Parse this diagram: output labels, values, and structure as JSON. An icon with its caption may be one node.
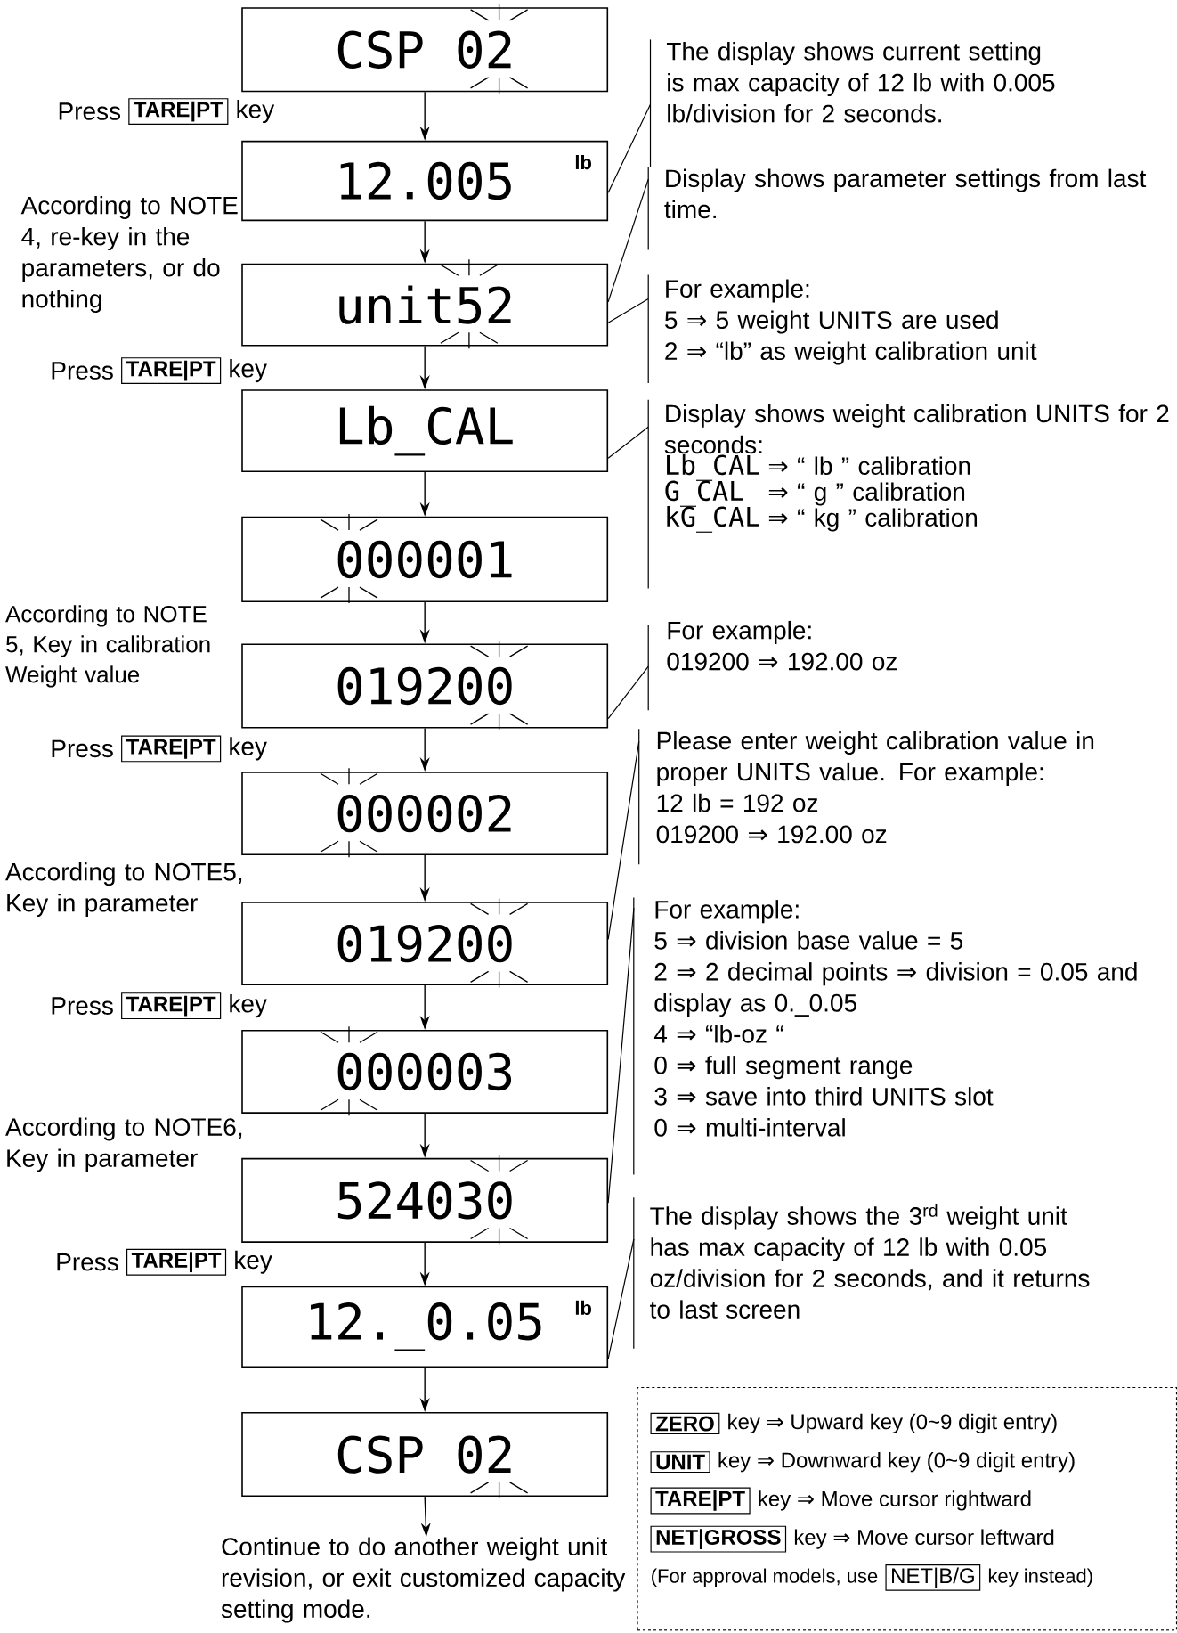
{
  "diagram": {
    "nodes": [
      {
        "text": [
          "CSP 02"
        ]
      },
      {
        "text": [
          "12.005",
          "lb"
        ]
      },
      {
        "text": [
          "unit52"
        ],
        "beside": [
          "According to NOTE 4, re-key in the parameters, or do nothing"
        ]
      },
      {
        "text": [
          "Lb_CAL"
        ]
      },
      {
        "text": [
          "000001"
        ]
      },
      {
        "text": [
          "019200"
        ],
        "beside": [
          "According to NOTE 5, Key in calibration Weight value"
        ]
      },
      {
        "text": [
          "000002"
        ]
      },
      {
        "text": [
          "019200"
        ],
        "beside": [
          "According to NOTE5, Key in parameter"
        ]
      },
      {
        "text": [
          "000003"
        ]
      },
      {
        "text": [
          "524030"
        ],
        "beside": [
          "According to NOTE6, Key in parameter"
        ]
      },
      {
        "text": [
          "12._0.05",
          "lb"
        ]
      },
      {
        "text": [
          "CSP 02"
        ]
      },
      {
        "text": [
          "Continue to do another weight unit revision, or exit customized capacity setting mode."
        ]
      },
      {
        "text": [
          "The display shows current setting is max capacity of 12 lb with 0.005 lb/division for 2 seconds."
        ]
      },
      {
        "text": [
          "Display shows parameter settings from last time."
        ]
      },
      {
        "text": [
          "For example:",
          "5 ⇒ 5 weight UNITS are used",
          "2 ⇒ “lb” as weight calibration unit"
        ]
      },
      {
        "text": [
          "Display shows weight calibration UNITS for 2 seconds:",
          "Lb_CAL",
          "⇒ “ lb ”  calibration",
          "G_CAL",
          "⇒ “ g ”  calibration",
          "kG_CAL",
          "⇒ “ kg ”  calibration"
        ]
      },
      {
        "text": [
          "For example:",
          "019200 ⇒ 192.00 oz"
        ]
      },
      {
        "text": [
          "Please enter weight calibration value in proper UNITS value. For example:",
          "12 lb = 192 oz",
          "019200 ⇒ 192.00 oz"
        ]
      },
      {
        "text": [
          "For example:",
          "5 ⇒ division base value = 5",
          "2 ⇒ 2 decimal points ⇒ division = 0.05 and display as 0._0.05",
          "4 ⇒ “lb-oz “",
          "0 ⇒ full segment range",
          "3 ⇒ save into third UNITS slot",
          "0 ⇒ multi-interval"
        ]
      },
      {
        "text": [
          "The display shows the 3$^{rd}$ weight unit has max capacity of 12 lb with 0.05 oz/division for 2 seconds, and it returns to last screen"
        ]
      },
      {
        "text": [
          "ZERO",
          "key ⇒ Upward key (0~9 digit entry)",
          "UNIT",
          "key ⇒ Downward key (0~9 digit entry)",
          "TARE|PT",
          "key ⇒ Move cursor rightward",
          "NET|GROSS",
          "key ⇒ Move cursor leftward",
          "(For approval models, use",
          "NET|B/G",
          "key instead)"
        ]
      }
    ],
    "edges": [
      {
        "from": 0,
        "to": 1,
        "arrow": "to"
      },
      {
        "from": 1,
        "to": 2,
        "arrow": "to"
      },
      {
        "from": 2,
        "to": 3,
        "arrow": "to"
      },
      {
        "from": 3,
        "to": 4,
        "arrow": "to"
      },
      {
        "from": 4,
        "to": 5,
        "arrow": "to"
      },
      {
        "from": 5,
        "to": 6,
        "arrow": "to"
      },
      {
        "from": 6,
        "to": 7,
        "arrow": "to"
      },
      {
        "from": 7,
        "to": 8,
        "arrow": "to"
      },
      {
        "from": 8,
        "to": 9,
        "arrow": "to"
      },
      {
        "from": 9,
        "to": 10,
        "arrow": "to"
      },
      {
        "from": 10,
        "to": 11,
        "arrow": "to"
      },
      {
        "from": 11,
        "to": 12,
        "arrow": "to"
      },
      {
        "from": 13,
        "to": 1,
        "arrow": "none"
      },
      {
        "from": 14,
        "to": 2,
        "arrow": "none"
      },
      {
        "from": 15,
        "to": 2,
        "arrow": "none"
      },
      {
        "from": 16,
        "to": 3,
        "arrow": "none"
      },
      {
        "from": 17,
        "to": 5,
        "arrow": "none"
      },
      {
        "from": 18,
        "to": 7,
        "arrow": "none"
      },
      {
        "from": 19,
        "to": 9,
        "arrow": "none"
      },
      {
        "from": 20,
        "to": 10,
        "arrow": "none"
      }
    ],
    "labels": [
      "Press",
      "TARE|PT",
      "key",
      "Press",
      "TARE|PT",
      "key",
      "Press",
      "TARE|PT",
      "key",
      "Press",
      "TARE|PT",
      "key",
      "Press",
      "TARE|PT",
      "key"
    ]
  }
}
